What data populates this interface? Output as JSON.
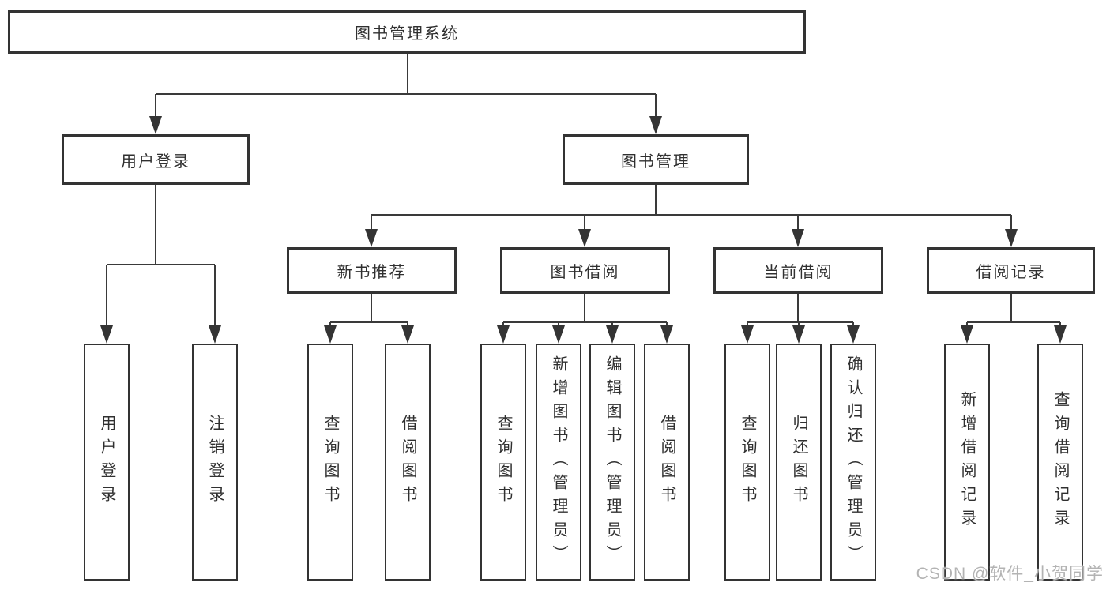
{
  "diagram": {
    "root": "图书管理系统",
    "level2": [
      {
        "label": "用户登录",
        "children": [
          "用户登录",
          "注销登录"
        ]
      },
      {
        "label": "图书管理"
      }
    ],
    "level3": [
      {
        "label": "新书推荐",
        "children": [
          "查询图书",
          "借阅图书"
        ]
      },
      {
        "label": "图书借阅",
        "children": [
          "查询图书",
          "新增图书（管理员）",
          "编辑图书（管理员）",
          "借阅图书"
        ]
      },
      {
        "label": "当前借阅",
        "children": [
          "查询图书",
          "归还图书",
          "确认归还（管理员）"
        ]
      },
      {
        "label": "借阅记录",
        "children": [
          "新增借阅记录",
          "查询借阅记录"
        ]
      }
    ]
  },
  "watermark": {
    "text": "CSDN @软件_小贺同学"
  },
  "colors": {
    "box_border": "#333333",
    "box_fill": "#ffffff",
    "connector_line": "#3a3a3a",
    "text": "#303030",
    "watermark": "#b3b3b3"
  }
}
